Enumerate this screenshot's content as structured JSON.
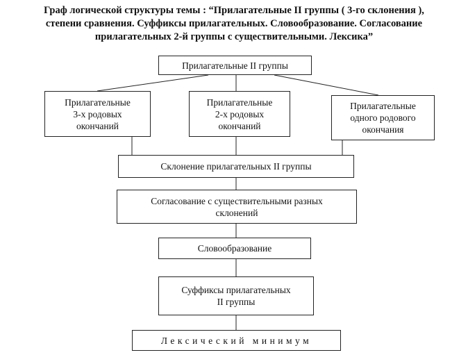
{
  "title": {
    "line1": "Граф логической структуры темы : “Прилагательные  II  группы  ( 3-го склонения ),",
    "line2": "степени сравнения. Суффиксы прилагательных. Словообразование. Согласование",
    "line3": "прилагательных 2-й группы с существительными. Лексика”"
  },
  "nodes": {
    "root": "Прилагательные II группы",
    "three_gender": "Прилагательные\n3-х родовых\nокончаний",
    "two_gender": "Прилагательные\n2-х родовых\nокончаний",
    "one_gender": "Прилагательные\nодного родового\nокончания",
    "declension": "Склонение прилагательных II группы",
    "agreement": "Согласование с существительными разных\nсклонений",
    "word_formation": "Словообразование",
    "suffixes": "Суффиксы прилагательных\nII группы",
    "lexical_minimum": "Лексический минимум"
  },
  "edges": [
    [
      "root",
      "three_gender"
    ],
    [
      "root",
      "two_gender"
    ],
    [
      "root",
      "one_gender"
    ],
    [
      "three_gender",
      "declension"
    ],
    [
      "two_gender",
      "declension"
    ],
    [
      "one_gender",
      "declension"
    ],
    [
      "declension",
      "agreement"
    ],
    [
      "agreement",
      "word_formation"
    ],
    [
      "word_formation",
      "suffixes"
    ],
    [
      "suffixes",
      "lexical_minimum"
    ]
  ]
}
